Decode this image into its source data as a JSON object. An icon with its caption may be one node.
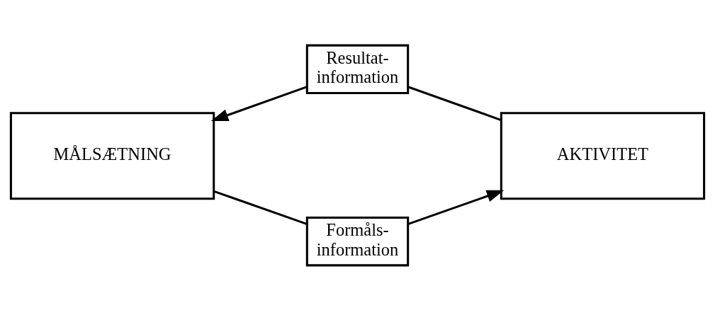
{
  "diagram": {
    "nodes": [
      {
        "text": [
          "MÅLSÆTNING"
        ]
      },
      {
        "text": [
          "Resultat- information"
        ]
      },
      {
        "text": [
          "AKTIVITET"
        ]
      },
      {
        "text": [
          "Formåls- information"
        ]
      }
    ],
    "edges": [
      {
        "from": 2,
        "to": 1,
        "arrow": "none"
      },
      {
        "from": 1,
        "to": 0,
        "arrow": "to"
      },
      {
        "from": 0,
        "to": 3,
        "arrow": "none"
      },
      {
        "from": 3,
        "to": 2,
        "arrow": "to"
      }
    ]
  }
}
